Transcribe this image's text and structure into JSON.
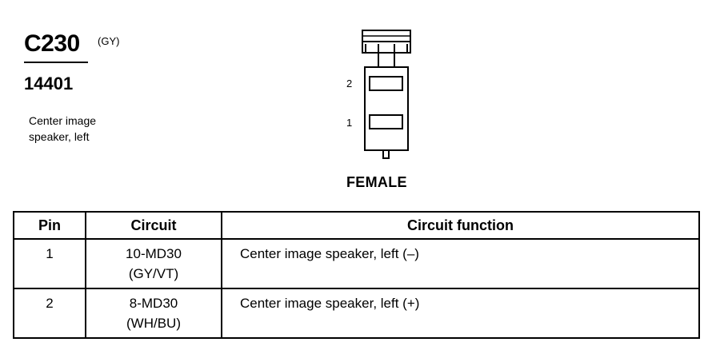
{
  "connector": {
    "code": "C230",
    "color_code": "(GY)",
    "part_number": "14401",
    "description_lines": [
      "Center image",
      "speaker, left"
    ],
    "gender": "FEMALE",
    "pin_labels": [
      "2",
      "1"
    ]
  },
  "table": {
    "headers": {
      "pin": "Pin",
      "circuit": "Circuit",
      "function": "Circuit function"
    },
    "rows": [
      {
        "pin": "1",
        "circuit_code": "10-MD30",
        "circuit_color": "(GY/VT)",
        "function": "Center image speaker, left (–)"
      },
      {
        "pin": "2",
        "circuit_code": "8-MD30",
        "circuit_color": "(WH/BU)",
        "function": "Center image speaker, left (+)"
      }
    ]
  },
  "colors": {
    "ink": "#000000",
    "paper": "#ffffff"
  }
}
